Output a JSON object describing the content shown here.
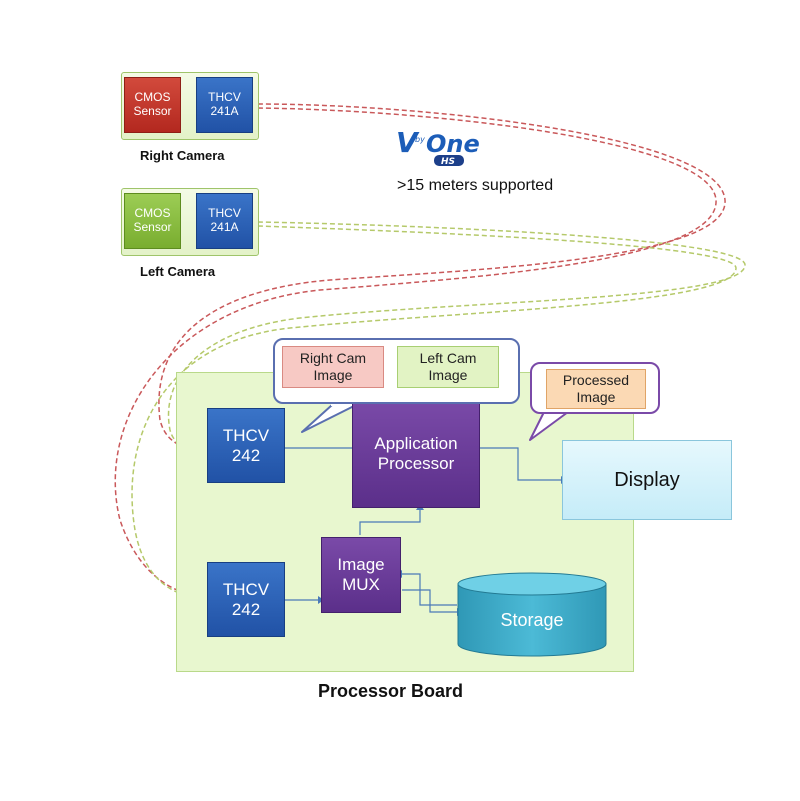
{
  "right_camera": {
    "sensor": [
      "CMOS",
      "Sensor"
    ],
    "serializer": [
      "THCV",
      "241A"
    ],
    "caption": "Right Camera"
  },
  "left_camera": {
    "sensor": [
      "CMOS",
      "Sensor"
    ],
    "serializer": [
      "THCV",
      "241A"
    ],
    "caption": "Left Camera"
  },
  "vbyone": {
    "logo": "V by One HS",
    "note": ">15 meters supported"
  },
  "board": {
    "caption": "Processor Board",
    "rx_top": [
      "THCV",
      "242"
    ],
    "rx_bottom": [
      "THCV",
      "242"
    ],
    "app_processor": [
      "Application",
      "Processor"
    ],
    "image_mux": [
      "Image",
      "MUX"
    ],
    "storage": "Storage"
  },
  "display": "Display",
  "bubbles": {
    "right_cam_image": [
      "Right Cam",
      "Image"
    ],
    "left_cam_image": [
      "Left Cam",
      "Image"
    ],
    "processed_image": [
      "Processed",
      "Image"
    ]
  },
  "colors": {
    "right_link": "#c9585a",
    "left_link": "#b5c96a",
    "board": "#e8f7cf",
    "block_blue": "#2c5fb2",
    "block_purple": "#6a3c99",
    "storage": "#36a9c4"
  }
}
